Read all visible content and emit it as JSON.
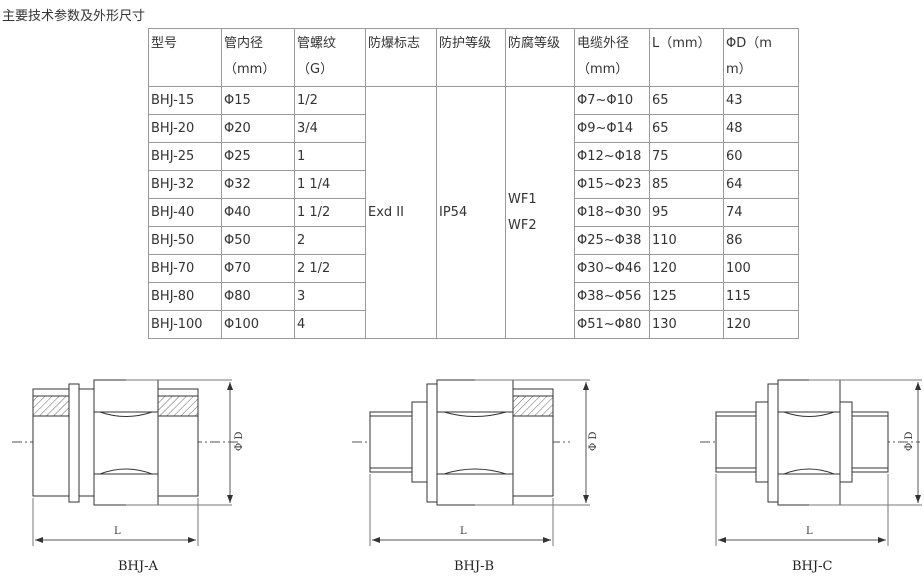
{
  "heading": "主要技术参数及外形尺寸",
  "table": {
    "headers": [
      {
        "line1": "型号",
        "line2": ""
      },
      {
        "line1": "管内径",
        "line2": "（mm）"
      },
      {
        "line1": "管螺纹",
        "line2": "（G）"
      },
      {
        "line1": "防爆标志",
        "line2": ""
      },
      {
        "line1": "防护等级",
        "line2": ""
      },
      {
        "line1": "防腐等级",
        "line2": ""
      },
      {
        "line1": "电缆外径",
        "line2": "（mm）"
      },
      {
        "line1": "L（mm）",
        "line2": ""
      },
      {
        "line1": "ΦD（m",
        "line2": "m）"
      }
    ],
    "rows": [
      {
        "model": "BHJ-15",
        "inner": "Φ15",
        "thread": "1/2",
        "cable": "Φ7~Φ10",
        "L": "65",
        "D": "43"
      },
      {
        "model": "BHJ-20",
        "inner": "Φ20",
        "thread": "3/4",
        "cable": "Φ9~Φ14",
        "L": "65",
        "D": "48"
      },
      {
        "model": "BHJ-25",
        "inner": "Φ25",
        "thread": "1",
        "cable": "Φ12~Φ18",
        "L": "75",
        "D": "60"
      },
      {
        "model": "BHJ-32",
        "inner": "Φ32",
        "thread": "1 1/4",
        "cable": "Φ15~Φ23",
        "L": "85",
        "D": "64"
      },
      {
        "model": "BHJ-40",
        "inner": "Φ40",
        "thread": "1 1/2",
        "cable": "Φ18~Φ30",
        "L": "95",
        "D": "74"
      },
      {
        "model": "BHJ-50",
        "inner": "Φ50",
        "thread": "2",
        "cable": "Φ25~Φ38",
        "L": "110",
        "D": "86"
      },
      {
        "model": "BHJ-70",
        "inner": "Φ70",
        "thread": "2 1/2",
        "cable": "Φ30~Φ46",
        "L": "120",
        "D": "100"
      },
      {
        "model": "BHJ-80",
        "inner": "Φ80",
        "thread": "3",
        "cable": "Φ38~Φ56",
        "L": "125",
        "D": "115"
      },
      {
        "model": "BHJ-100",
        "inner": "Φ100",
        "thread": "4",
        "cable": "Φ51~Φ80",
        "L": "130",
        "D": "120"
      }
    ],
    "explosion_mark": "Exd II",
    "protection": "IP54",
    "anticorrosion_1": "WF1",
    "anticorrosion_2": "WF2"
  },
  "drawings": [
    {
      "caption": "BHJ-A",
      "dim_L": "L",
      "dim_D": "Φ D"
    },
    {
      "caption": "BHJ-B",
      "dim_L": "L",
      "dim_D": "Φ D"
    },
    {
      "caption": "BHJ-C",
      "dim_L": "L",
      "dim_D": "Φ D"
    }
  ]
}
